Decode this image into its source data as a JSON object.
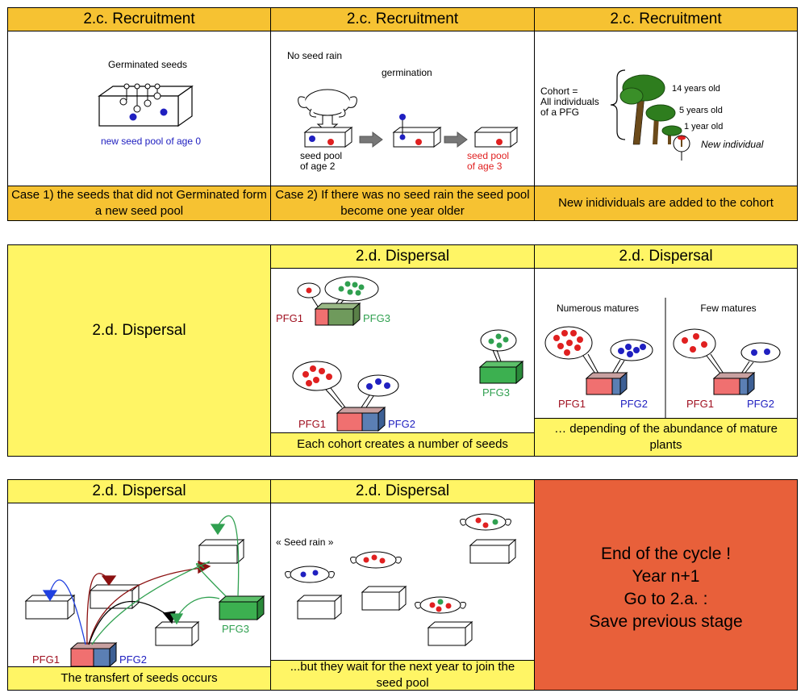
{
  "row1": {
    "panel1": {
      "title": "2.c. Recruitment",
      "label_germinated": "Germinated seeds",
      "label_new_pool": "new seed pool of age 0",
      "caption": "Case 1) the seeds that did not Germinated form a new seed pool"
    },
    "panel2": {
      "title": "2.c. Recruitment",
      "label_no_rain": "No seed rain",
      "label_germination": "germination",
      "label_pool_age2_l1": "seed pool",
      "label_pool_age2_l2": "of age 2",
      "label_pool_age3_l1": "seed pool",
      "label_pool_age3_l2": "of age 3",
      "caption": "Case 2) If there was no seed rain the seed pool become one year older"
    },
    "panel3": {
      "title": "2.c. Recruitment",
      "label_cohort_l1": "Cohort =",
      "label_cohort_l2": "All individuals",
      "label_cohort_l3": "of a PFG",
      "label_14": "14 years old",
      "label_5": "5 years old",
      "label_1": "1 year old",
      "label_new_individual": "New individual",
      "caption": "New inidividuals are added to the cohort"
    }
  },
  "row2": {
    "big_label": "2.d. Dispersal",
    "panel2": {
      "title": "2.d. Dispersal",
      "pfg1": "PFG1",
      "pfg2": "PFG2",
      "pfg3": "PFG3",
      "caption": "Each cohort creates a number of seeds"
    },
    "panel3": {
      "title": "2.d. Dispersal",
      "label_numerous": "Numerous matures",
      "label_few": "Few matures",
      "pfg1": "PFG1",
      "pfg2": "PFG2",
      "caption": "… depending of the abundance of mature plants"
    }
  },
  "row3": {
    "panel1": {
      "title": "2.d. Dispersal",
      "pfg1": "PFG1",
      "pfg2": "PFG2",
      "pfg3": "PFG3",
      "caption": "The transfert of seeds occurs"
    },
    "panel2": {
      "title": "2.d. Dispersal",
      "label_seed_rain": "« Seed rain »",
      "caption": "...but they wait for the next year to join the seed pool"
    },
    "panel3": {
      "line1": "End of the cycle !",
      "line2": "Year n+1",
      "line3": "Go to 2.a. :",
      "line4": "Save previous stage"
    }
  },
  "colors": {
    "orange_header": "#f6c232",
    "yellow_header": "#fff565",
    "end_panel": "#e8603a",
    "pfg1_red": "#f07070",
    "pfg2_blue": "#5b7fb4",
    "pfg3_green": "#3cb050",
    "seed_red": "#e02020",
    "seed_blue": "#2020c0",
    "seed_green": "#30a050"
  }
}
